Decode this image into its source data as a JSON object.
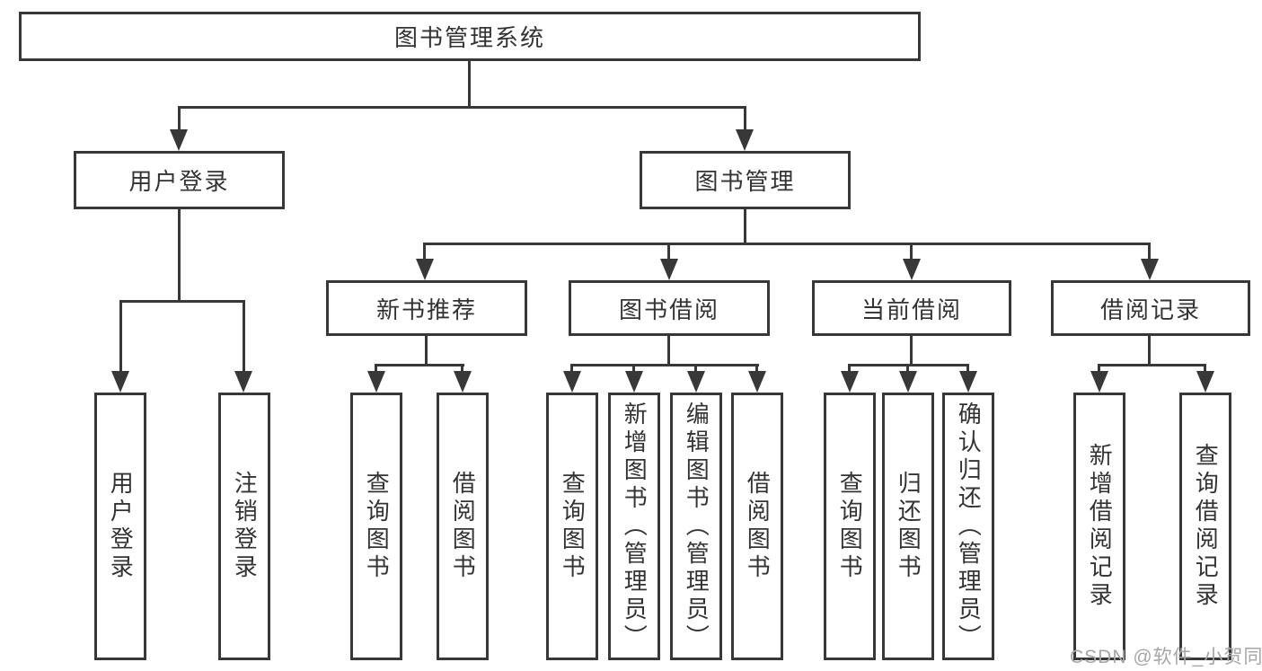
{
  "diagram_title": "图书管理系统",
  "tree": {
    "label": "图书管理系统",
    "children": [
      {
        "label": "用户登录",
        "children": [
          {
            "label": "用户登录"
          },
          {
            "label": "注销登录"
          }
        ]
      },
      {
        "label": "图书管理",
        "children": [
          {
            "label": "新书推荐",
            "children": [
              {
                "label": "查询图书"
              },
              {
                "label": "借阅图书"
              }
            ]
          },
          {
            "label": "图书借阅",
            "children": [
              {
                "label": "查询图书"
              },
              {
                "label": "新增图书（管理员）"
              },
              {
                "label": "编辑图书（管理员）"
              },
              {
                "label": "借阅图书"
              }
            ]
          },
          {
            "label": "当前借阅",
            "children": [
              {
                "label": "查询图书"
              },
              {
                "label": "归还图书"
              },
              {
                "label": "确认归还（管理员）"
              }
            ]
          },
          {
            "label": "借阅记录",
            "children": [
              {
                "label": "新增借阅记录"
              },
              {
                "label": "查询借阅记录"
              }
            ]
          }
        ]
      }
    ]
  },
  "watermark": {
    "text": "CSDN @软件_小贺同学"
  },
  "colors": {
    "line": "#383838",
    "text": "#333333",
    "watermark": "#a6a6a6",
    "background": "#ffffff"
  }
}
